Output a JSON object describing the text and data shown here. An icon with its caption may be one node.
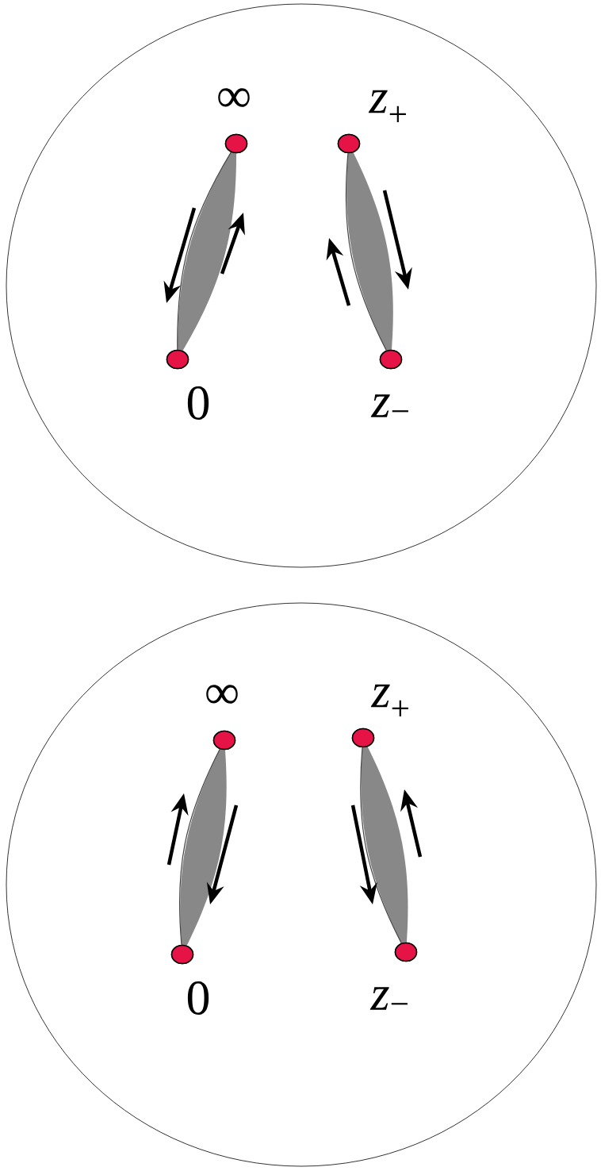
{
  "diagram": {
    "nodes": [
      {
        "text": [],
        "shape": "circle"
      },
      {
        "text": [
          "∞"
        ],
        "in": 0
      },
      {
        "text": [
          "*z*$_{+}$"
        ],
        "in": 0
      },
      {
        "text": [
          "0"
        ],
        "in": 0
      },
      {
        "text": [
          "*z*$_{−}$"
        ],
        "in": 0
      },
      {
        "text": [],
        "shape": "circle"
      },
      {
        "text": [
          "∞"
        ],
        "in": 5
      },
      {
        "text": [
          "*z*$_{+}$"
        ],
        "in": 5
      },
      {
        "text": [
          "0"
        ],
        "in": 5
      },
      {
        "text": [
          "*z*$_{−}$"
        ],
        "in": 5
      }
    ],
    "edges": [
      {
        "from": 1,
        "to": 3,
        "arrow": "none"
      },
      {
        "from": 2,
        "to": 4,
        "arrow": "none"
      },
      {
        "from": 6,
        "to": 8,
        "arrow": "none"
      },
      {
        "from": 7,
        "to": 9,
        "arrow": "none"
      }
    ]
  }
}
